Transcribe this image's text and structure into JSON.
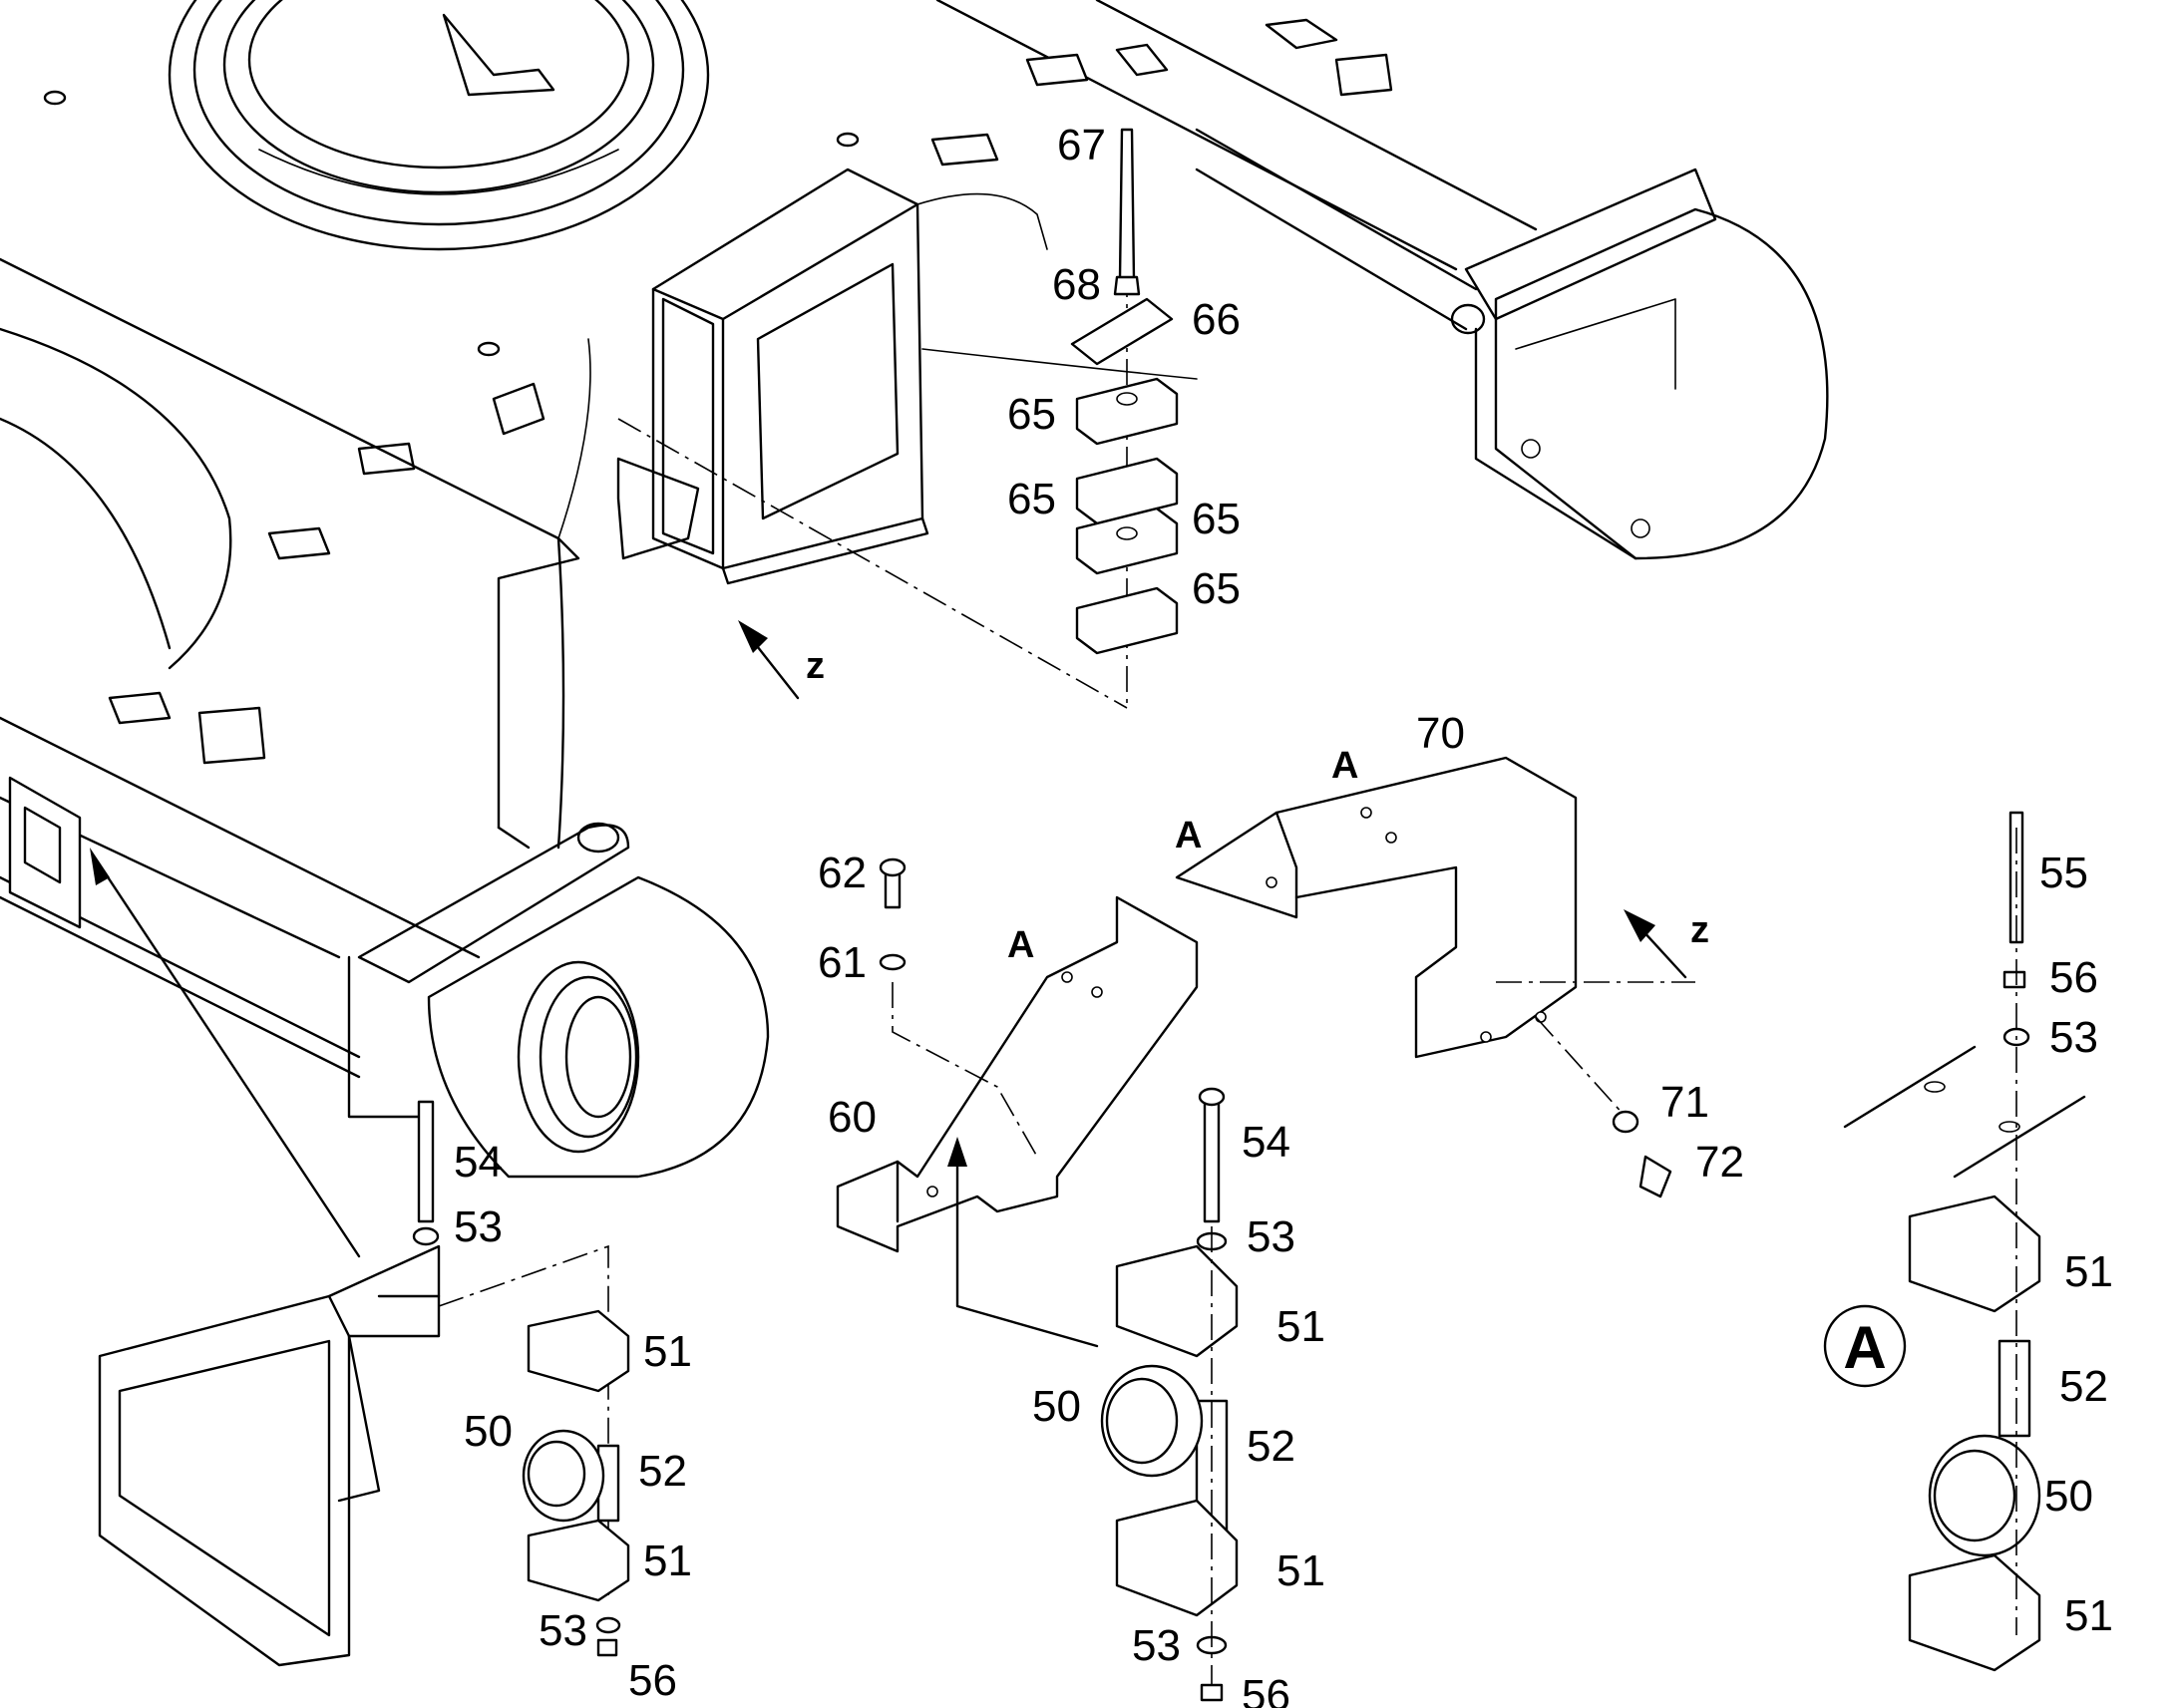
{
  "callouts": {
    "c50a": "50",
    "c50b": "50",
    "c50c": "50",
    "c51a": "51",
    "c51b": "51",
    "c51c": "51",
    "c51d": "51",
    "c51e": "51",
    "c51f": "51",
    "c52a": "52",
    "c52b": "52",
    "c52c": "52",
    "c53a": "53",
    "c53b": "53",
    "c53c": "53",
    "c53d": "53",
    "c53e": "53",
    "c54a": "54",
    "c54b": "54",
    "c55": "55",
    "c56a": "56",
    "c56b": "56",
    "c56c": "56",
    "c60": "60",
    "c61": "61",
    "c62": "62",
    "c65a": "65",
    "c65b": "65",
    "c65c": "65",
    "c65d": "65",
    "c66": "66",
    "c67": "67",
    "c68": "68",
    "c70": "70",
    "c71": "71",
    "c72": "72"
  },
  "view_markers": {
    "z1": "z",
    "z2": "z"
  },
  "section_marks": {
    "a1": "A",
    "a2": "A",
    "a3": "A"
  },
  "detail_label": "A"
}
